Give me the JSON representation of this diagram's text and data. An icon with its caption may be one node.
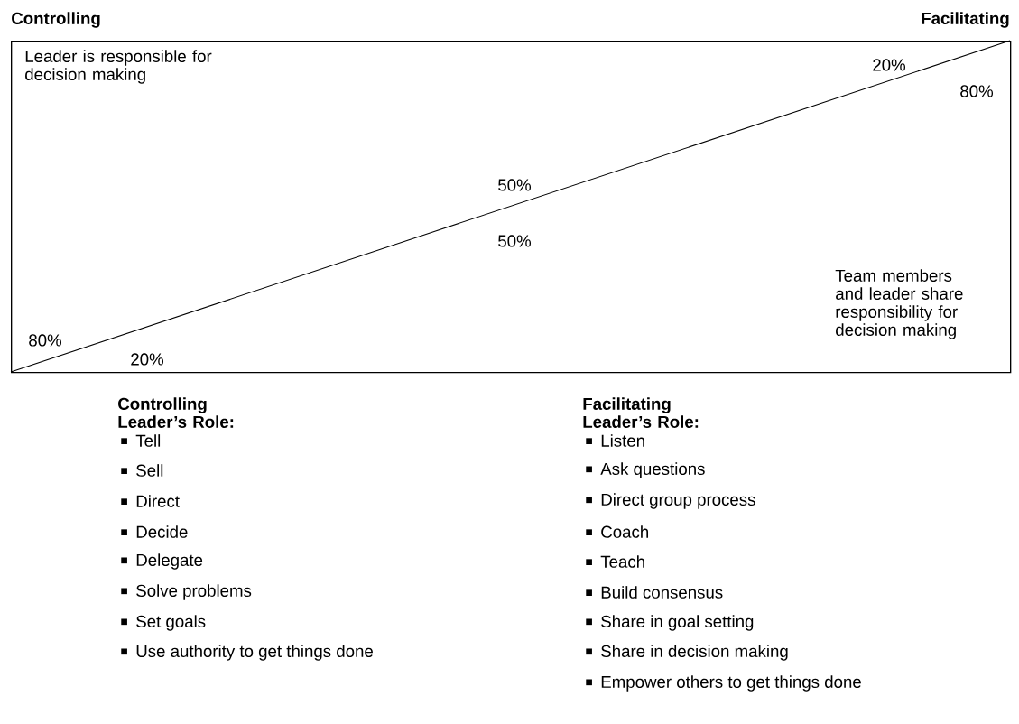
{
  "diagram": {
    "nodes": [
      {
        "text": [
          "Leader is responsible for decision making",
          "20%",
          "80%",
          "50%",
          "50%",
          "Team members and leader share responsibility for decision making",
          "80%",
          "20%"
        ]
      }
    ],
    "labels": [
      "Controlling",
      "Facilitating",
      "Controlling Leader’s Role:",
      "Tell",
      "Sell",
      "Direct",
      "Decide",
      "Delegate",
      "Solve problems",
      "Set goals",
      "Use authority to get things done",
      "Facilitating Leader’s Role:",
      "Listen",
      "Ask questions",
      "Direct group process",
      "Coach",
      "Teach",
      "Build consensus",
      "Share in goal setting",
      "Share in decision making",
      "Empower others to get things done"
    ]
  }
}
